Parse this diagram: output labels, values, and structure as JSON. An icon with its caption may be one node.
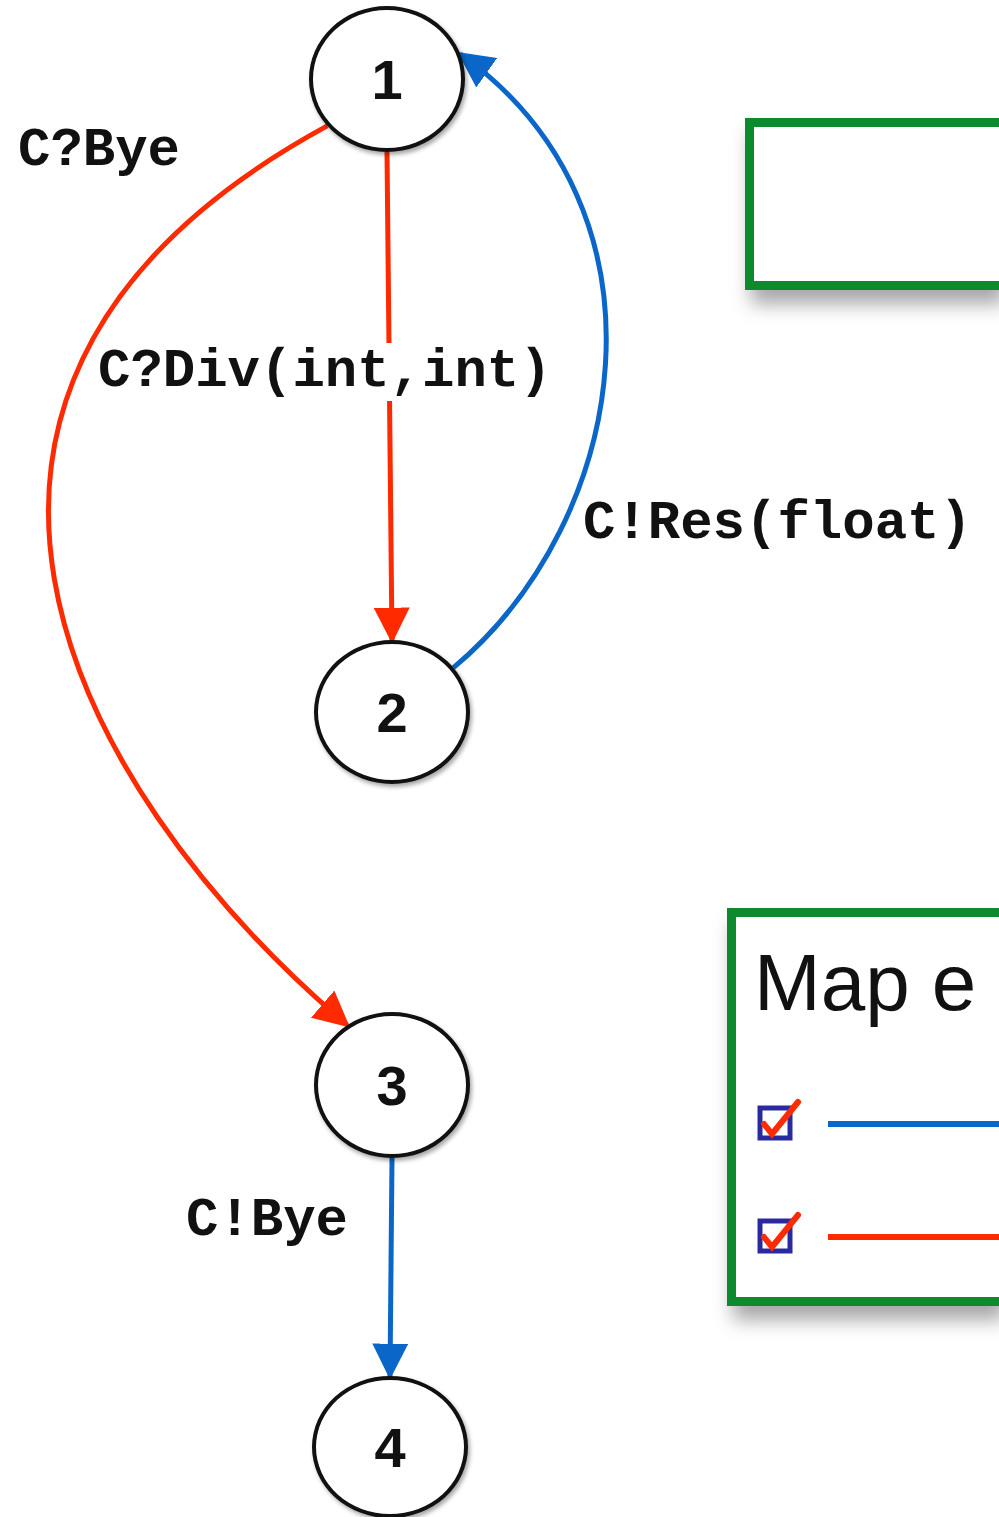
{
  "diagram": {
    "nodes": [
      {
        "text": [
          "1"
        ]
      },
      {
        "text": [
          "2"
        ]
      },
      {
        "text": [
          "3"
        ]
      },
      {
        "text": [
          "4"
        ]
      },
      {
        "text": [],
        "shape": "box"
      },
      {
        "text": [
          "Map e"
        ]
      }
    ],
    "edges": [
      {
        "from": 0,
        "to": 1,
        "arrow": "to",
        "label": "C?Div(int,int)",
        "color": "#ff2a00"
      },
      {
        "from": 1,
        "to": 0,
        "arrow": "to",
        "label": "C!Res(float)",
        "color": "#0a66c8"
      },
      {
        "from": 0,
        "to": 2,
        "arrow": "to",
        "label": "C?Bye",
        "color": "#ff2a00"
      },
      {
        "from": 2,
        "to": 3,
        "arrow": "to",
        "label": "C!Bye",
        "color": "#0a66c8"
      }
    ]
  }
}
